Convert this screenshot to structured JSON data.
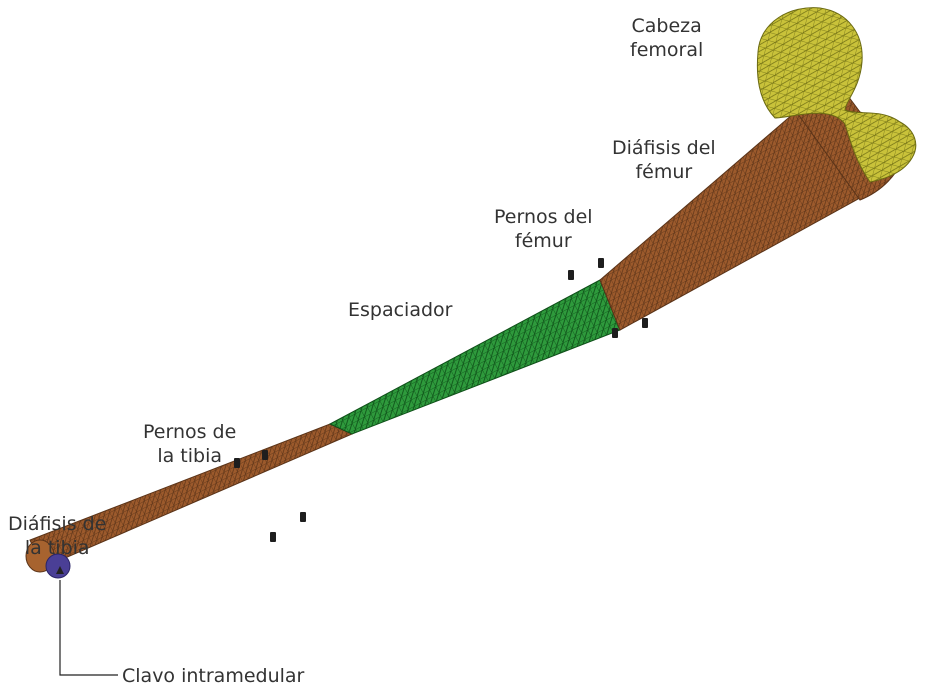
{
  "labels": {
    "femoral_head": [
      "Cabeza",
      "femoral"
    ],
    "femur_shaft": [
      "Diáfisis del",
      "fémur"
    ],
    "femur_bolts": [
      "Pernos del",
      "fémur"
    ],
    "spacer": "Espaciador",
    "tibia_bolts": [
      "Pernos de",
      "la tibia"
    ],
    "tibia_shaft": [
      "Diáfisis de",
      "la tibia"
    ],
    "nail": "Clavo intramedular"
  },
  "colors": {
    "bone": "#9c5a2c",
    "bone_mesh": "#5a3318",
    "spacer": "#2e9a3c",
    "spacer_mesh": "#0e4f18",
    "head": "#c9c23a",
    "head_mesh": "#6b6a12",
    "nail": "#4a3f96",
    "bolt": "#1e1e1e",
    "text": "#333333"
  }
}
